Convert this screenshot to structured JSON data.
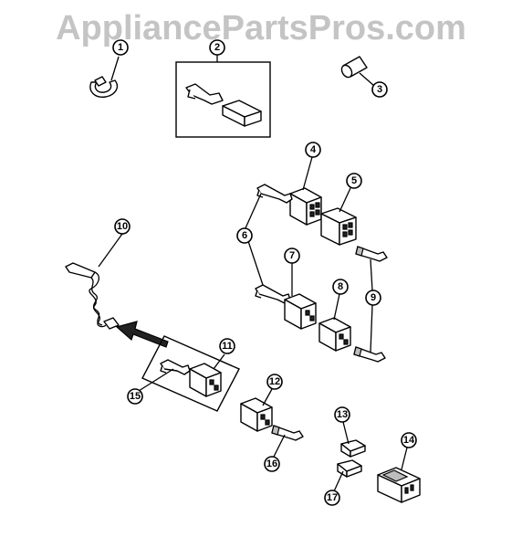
{
  "watermark": {
    "text": "AppliancePartsPros.com",
    "color": "#c4c4c4"
  },
  "callouts": {
    "c1": "1",
    "c2": "2",
    "c3": "3",
    "c4": "4",
    "c5": "5",
    "c6": "6",
    "c7": "7",
    "c8": "8",
    "c9": "9",
    "c10": "10",
    "c11": "11",
    "c12": "12",
    "c13": "13",
    "c14": "14",
    "c15": "15",
    "c16": "16",
    "c17": "17"
  },
  "colors": {
    "line": "#000000",
    "background": "#ffffff"
  }
}
